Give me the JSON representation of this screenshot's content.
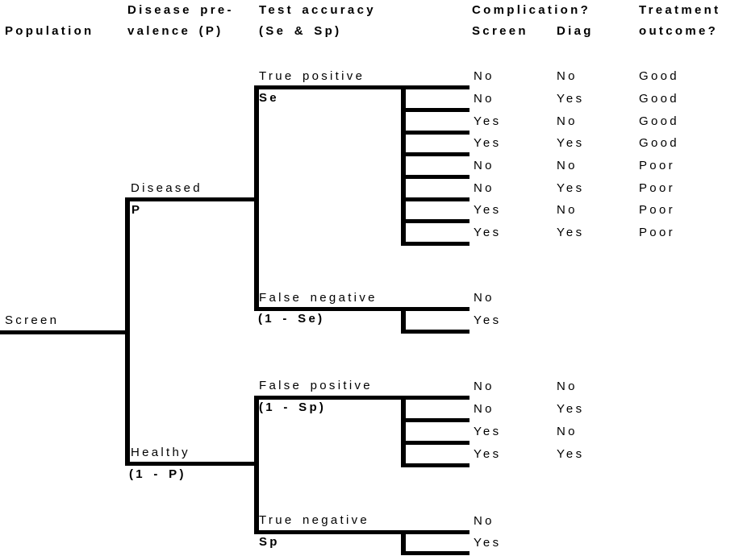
{
  "headers": {
    "population": "Population",
    "prevalence_line1": "Disease pre-",
    "prevalence_line2": "valence (P)",
    "accuracy_line1": "Test accuracy",
    "accuracy_line2": "(Se & Sp)",
    "complication": "Complication?",
    "screen_col": "Screen",
    "diag_col": "Diag",
    "treatment_line1": "Treatment",
    "treatment_line2": "outcome?"
  },
  "tree": {
    "root": {
      "label": "Screen"
    },
    "branches": {
      "diseased": {
        "label": "Diseased",
        "probability": "P"
      },
      "healthy": {
        "label": "Healthy",
        "probability": "(1 - P)"
      },
      "true_positive": {
        "label": "True positive",
        "probability": "Se"
      },
      "false_negative": {
        "label": "False negative",
        "probability": "(1 - Se)"
      },
      "false_positive": {
        "label": "False positive",
        "probability": "(1 - Sp)"
      },
      "true_negative": {
        "label": "True negative",
        "probability": "Sp"
      }
    },
    "terminals": {
      "true_positive": [
        {
          "screen": "No",
          "diag": "No",
          "outcome": "Good"
        },
        {
          "screen": "No",
          "diag": "Yes",
          "outcome": "Good"
        },
        {
          "screen": "Yes",
          "diag": "No",
          "outcome": "Good"
        },
        {
          "screen": "Yes",
          "diag": "Yes",
          "outcome": "Good"
        },
        {
          "screen": "No",
          "diag": "No",
          "outcome": "Poor"
        },
        {
          "screen": "No",
          "diag": "Yes",
          "outcome": "Poor"
        },
        {
          "screen": "Yes",
          "diag": "No",
          "outcome": "Poor"
        },
        {
          "screen": "Yes",
          "diag": "Yes",
          "outcome": "Poor"
        }
      ],
      "false_negative": [
        {
          "screen": "No"
        },
        {
          "screen": "Yes"
        }
      ],
      "false_positive": [
        {
          "screen": "No",
          "diag": "No"
        },
        {
          "screen": "No",
          "diag": "Yes"
        },
        {
          "screen": "Yes",
          "diag": "No"
        },
        {
          "screen": "Yes",
          "diag": "Yes"
        }
      ],
      "true_negative": [
        {
          "screen": "No"
        },
        {
          "screen": "Yes"
        }
      ]
    }
  },
  "colors": {
    "line": "#000000",
    "text": "#000000",
    "background": "#ffffff"
  }
}
